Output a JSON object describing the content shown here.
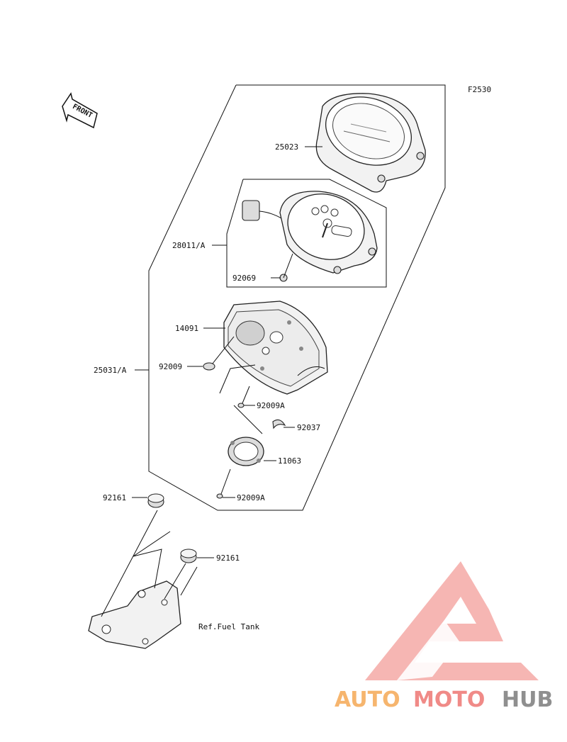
{
  "figure_code": "F2530",
  "front_label": "FRONT",
  "ref_note": "Ref.Fuel Tank",
  "parts": {
    "meter_cover": "25023",
    "meter_assy": "28011/A",
    "meter_screw": "92069",
    "meter_case": "14091",
    "screw_a": "92009",
    "meter_assy_set": "25031/A",
    "screw_b": "92009A",
    "clip": "92037",
    "bracket_ring": "11063",
    "screw_c": "92009A",
    "damper_left": "92161",
    "damper_right": "92161"
  },
  "watermark": {
    "part1": "AUTO",
    "part2": "MOTO",
    "part3": "HUB",
    "color_orange": "#f6b56e",
    "color_red": "#f08a87",
    "color_gray": "#8f8f8f"
  }
}
